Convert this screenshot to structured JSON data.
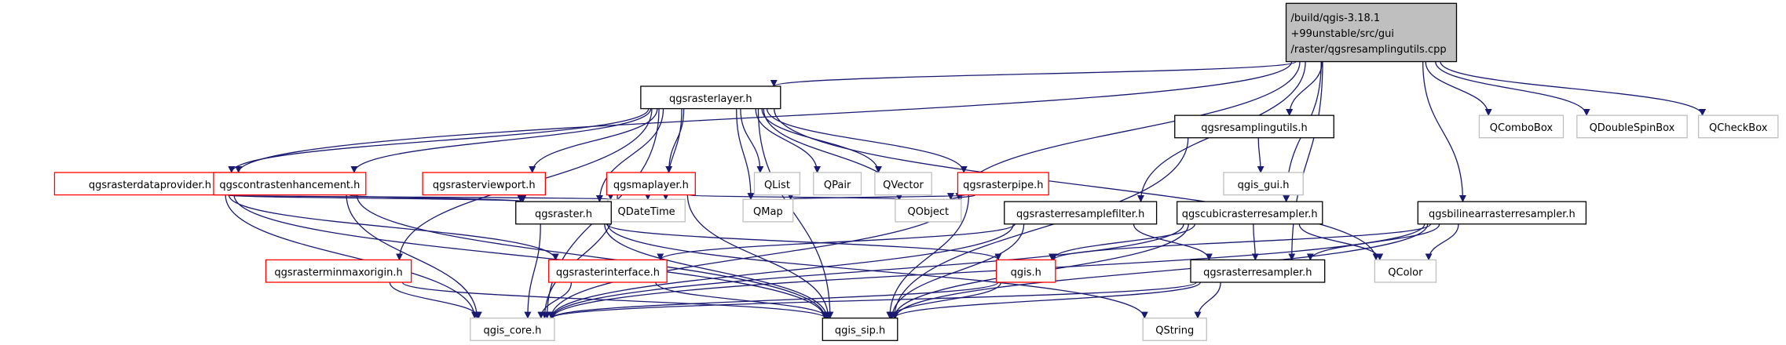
{
  "colors": {
    "edge": "#191970",
    "root_fill": "#bfbfbf",
    "root_border": "#000000",
    "doc_border": "#000000",
    "nodoc_border": "#ff0000",
    "external_border": "#bfbfbf",
    "background": "#ffffff"
  },
  "nodes": [
    {
      "id": "root",
      "kind": "root",
      "label_lines": [
        "/build/qgis-3.18.1",
        "+99unstable/src/gui",
        "/raster/qgsresamplingutils.cpp"
      ]
    },
    {
      "id": "qgsrasterlayer",
      "kind": "doc",
      "label_lines": [
        "qgsrasterlayer.h"
      ]
    },
    {
      "id": "qgsresamplingutils",
      "kind": "doc",
      "label_lines": [
        "qgsresamplingutils.h"
      ]
    },
    {
      "id": "qcombobox",
      "kind": "external",
      "label_lines": [
        "QComboBox"
      ]
    },
    {
      "id": "qdoublespinbox",
      "kind": "external",
      "label_lines": [
        "QDoubleSpinBox"
      ]
    },
    {
      "id": "qcheckbox",
      "kind": "external",
      "label_lines": [
        "QCheckBox"
      ]
    },
    {
      "id": "qgis_gui",
      "kind": "external",
      "label_lines": [
        "qgis_gui.h"
      ]
    },
    {
      "id": "qgsrasterdataprovider",
      "kind": "nodoc",
      "label_lines": [
        "qgsrasterdataprovider.h"
      ]
    },
    {
      "id": "qgscontrastenhancement",
      "kind": "nodoc",
      "label_lines": [
        "qgscontrastenhancement.h"
      ]
    },
    {
      "id": "qgsrasterviewport",
      "kind": "nodoc",
      "label_lines": [
        "qgsrasterviewport.h"
      ]
    },
    {
      "id": "qgsmaplayer",
      "kind": "nodoc",
      "label_lines": [
        "qgsmaplayer.h"
      ]
    },
    {
      "id": "qlist",
      "kind": "external",
      "label_lines": [
        "QList"
      ]
    },
    {
      "id": "qpair",
      "kind": "external",
      "label_lines": [
        "QPair"
      ]
    },
    {
      "id": "qvector",
      "kind": "external",
      "label_lines": [
        "QVector"
      ]
    },
    {
      "id": "qgsrasterpipe",
      "kind": "nodoc",
      "label_lines": [
        "qgsrasterpipe.h"
      ]
    },
    {
      "id": "qdatetime",
      "kind": "external",
      "label_lines": [
        "QDateTime"
      ]
    },
    {
      "id": "qgsraster",
      "kind": "doc",
      "label_lines": [
        "qgsraster.h"
      ]
    },
    {
      "id": "qmap",
      "kind": "external",
      "label_lines": [
        "QMap"
      ]
    },
    {
      "id": "qobject",
      "kind": "external",
      "label_lines": [
        "QObject"
      ]
    },
    {
      "id": "qgsrasterresamplefilter",
      "kind": "doc",
      "label_lines": [
        "qgsrasterresamplefilter.h"
      ]
    },
    {
      "id": "qgscubicrasterresampler",
      "kind": "doc",
      "label_lines": [
        "qgscubicrasterresampler.h"
      ]
    },
    {
      "id": "qgsbilinearrasterresampler",
      "kind": "doc",
      "label_lines": [
        "qgsbilinearrasterresampler.h"
      ]
    },
    {
      "id": "qgsrasterminmaxorigin",
      "kind": "nodoc",
      "label_lines": [
        "qgsrasterminmaxorigin.h"
      ]
    },
    {
      "id": "qgsrasterinterface",
      "kind": "nodoc",
      "label_lines": [
        "qgsrasterinterface.h"
      ]
    },
    {
      "id": "qgis",
      "kind": "nodoc",
      "label_lines": [
        "qgis.h"
      ]
    },
    {
      "id": "qgsrasterresampler",
      "kind": "doc",
      "label_lines": [
        "qgsrasterresampler.h"
      ]
    },
    {
      "id": "qcolor",
      "kind": "external",
      "label_lines": [
        "QColor"
      ]
    },
    {
      "id": "qgis_core",
      "kind": "external",
      "label_lines": [
        "qgis_core.h"
      ]
    },
    {
      "id": "qgis_sip",
      "kind": "doc",
      "label_lines": [
        "qgis_sip.h"
      ]
    },
    {
      "id": "qstring",
      "kind": "external",
      "label_lines": [
        "QString"
      ]
    }
  ],
  "edges": [
    [
      "root",
      "qgsrasterlayer"
    ],
    [
      "root",
      "qgsresamplingutils"
    ],
    [
      "root",
      "qcombobox"
    ],
    [
      "root",
      "qdoublespinbox"
    ],
    [
      "root",
      "qcheckbox"
    ],
    [
      "root",
      "qgsrasterdataprovider"
    ],
    [
      "root",
      "qobject"
    ],
    [
      "root",
      "qgsrasterresamplefilter"
    ],
    [
      "root",
      "qgscubicrasterresampler"
    ],
    [
      "root",
      "qgsbilinearrasterresampler"
    ],
    [
      "root",
      "qgsrasterresampler"
    ],
    [
      "qgsrasterlayer",
      "qgsrasterdataprovider"
    ],
    [
      "qgsrasterlayer",
      "qgscontrastenhancement"
    ],
    [
      "qgsrasterlayer",
      "qgsrasterviewport"
    ],
    [
      "qgsrasterlayer",
      "qgsmaplayer"
    ],
    [
      "qgsrasterlayer",
      "qlist"
    ],
    [
      "qgsrasterlayer",
      "qpair"
    ],
    [
      "qgsrasterlayer",
      "qvector"
    ],
    [
      "qgsrasterlayer",
      "qgsrasterpipe"
    ],
    [
      "qgsrasterlayer",
      "qdatetime"
    ],
    [
      "qgsrasterlayer",
      "qgsraster"
    ],
    [
      "qgsrasterlayer",
      "qmap"
    ],
    [
      "qgsrasterlayer",
      "qobject"
    ],
    [
      "qgsrasterlayer",
      "qcolor"
    ],
    [
      "qgsrasterlayer",
      "qgsrasterminmaxorigin"
    ],
    [
      "qgsrasterlayer",
      "qgis_core"
    ],
    [
      "qgsrasterlayer",
      "qgis_sip"
    ],
    [
      "qgsresamplingutils",
      "qgis_gui"
    ],
    [
      "qgsresamplingutils",
      "qgis_sip"
    ],
    [
      "qgsrasterdataprovider",
      "qdatetime"
    ],
    [
      "qgsrasterdataprovider",
      "qgsraster"
    ],
    [
      "qgsrasterdataprovider",
      "qgsrasterinterface"
    ],
    [
      "qgsrasterdataprovider",
      "qgis_core"
    ],
    [
      "qgsrasterdataprovider",
      "qgis_sip"
    ],
    [
      "qgscontrastenhancement",
      "qgsraster"
    ],
    [
      "qgscontrastenhancement",
      "qgis_core"
    ],
    [
      "qgscontrastenhancement",
      "qgis_sip"
    ],
    [
      "qgsmaplayer",
      "qdatetime"
    ],
    [
      "qgsmaplayer",
      "qobject"
    ],
    [
      "qgsmaplayer",
      "qgis_core"
    ],
    [
      "qgsmaplayer",
      "qgis_sip"
    ],
    [
      "qgsrasterpipe",
      "qmap"
    ],
    [
      "qgsrasterpipe",
      "qobject"
    ],
    [
      "qgsrasterpipe",
      "qgis_core"
    ],
    [
      "qgsrasterpipe",
      "qgis_sip"
    ],
    [
      "qgsraster",
      "qgis"
    ],
    [
      "qgsraster",
      "qstring"
    ],
    [
      "qgsraster",
      "qgis_core"
    ],
    [
      "qgsraster",
      "qgis_sip"
    ],
    [
      "qgsrasterresamplefilter",
      "qgsrasterinterface"
    ],
    [
      "qgsrasterresamplefilter",
      "qgsrasterresampler"
    ],
    [
      "qgsrasterresamplefilter",
      "qgis_core"
    ],
    [
      "qgsrasterresamplefilter",
      "qgis_sip"
    ],
    [
      "qgscubicrasterresampler",
      "qgsrasterresampler"
    ],
    [
      "qgscubicrasterresampler",
      "qcolor"
    ],
    [
      "qgscubicrasterresampler",
      "qgis"
    ],
    [
      "qgscubicrasterresampler",
      "qgis_core"
    ],
    [
      "qgscubicrasterresampler",
      "qgis_sip"
    ],
    [
      "qgsbilinearrasterresampler",
      "qgsrasterresampler"
    ],
    [
      "qgsbilinearrasterresampler",
      "qcolor"
    ],
    [
      "qgsbilinearrasterresampler",
      "qgis"
    ],
    [
      "qgsbilinearrasterresampler",
      "qgis_core"
    ],
    [
      "qgsbilinearrasterresampler",
      "qgis_sip"
    ],
    [
      "qgsrasterminmaxorigin",
      "qgis_core"
    ],
    [
      "qgsrasterminmaxorigin",
      "qgis_sip"
    ],
    [
      "qgsrasterinterface",
      "qgis_core"
    ],
    [
      "qgsrasterinterface",
      "qgis_sip"
    ],
    [
      "qgis",
      "qgis_core"
    ],
    [
      "qgis",
      "qgis_sip"
    ],
    [
      "qgsrasterresampler",
      "qgis_core"
    ],
    [
      "qgsrasterresampler",
      "qgis_sip"
    ],
    [
      "qgsrasterresampler",
      "qstring"
    ]
  ]
}
